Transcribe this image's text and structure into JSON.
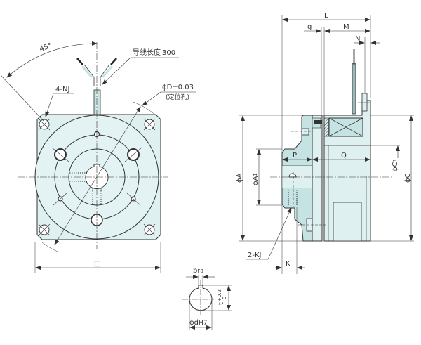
{
  "drawing": {
    "front_view": {
      "angle_label": "45°",
      "lead_wire_label": "导线长度",
      "lead_wire_value": "300",
      "mount_holes_label": "4-NJ",
      "pilot_dia_label": "ϕD±0.03",
      "pilot_dia_note": "(定位孔)",
      "square_size_label": "□"
    },
    "side_view": {
      "L": "L",
      "g": "g",
      "M": "M",
      "N": "N",
      "P": "P",
      "Q": "Q",
      "K": "K",
      "phiA": "ϕA",
      "phiA1": "ϕA",
      "phiA1_sub": "1",
      "phiC": "ϕC",
      "phiC1": "ϕC",
      "phiC1_sub": "1",
      "tap_label": "2-KJ"
    },
    "shaft_detail": {
      "key_width": "b",
      "key_width_tol": "F8",
      "key_depth": "t",
      "key_depth_tol": "+0.2",
      "key_depth_tol2": "0",
      "bore": "ϕd",
      "bore_tol": "H7"
    },
    "colors": {
      "fill": "#dff0f0",
      "fill_dark": "#c6e3e3",
      "line": "#333333",
      "dim": "#444444"
    }
  }
}
